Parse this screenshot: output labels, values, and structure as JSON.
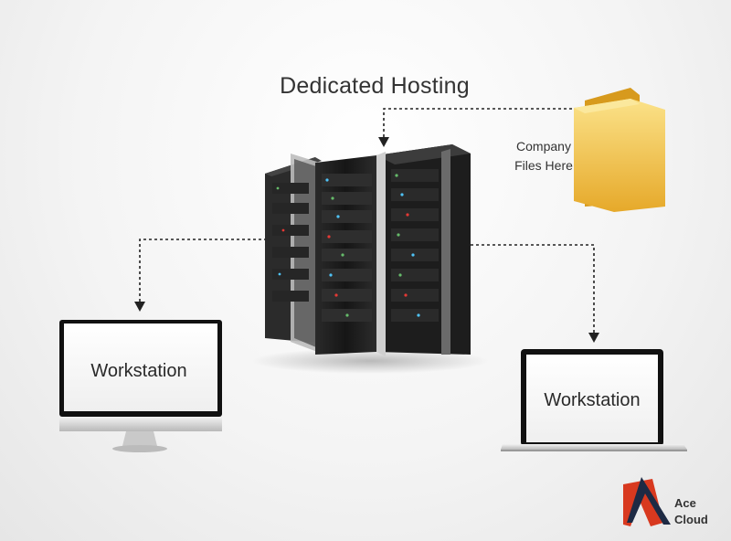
{
  "title": "Dedicated Hosting",
  "company_files": {
    "line1": "Company",
    "line2": "Files Here"
  },
  "workstations": [
    {
      "label": "Workstation",
      "device": "desktop-monitor"
    },
    {
      "label": "Workstation",
      "device": "laptop"
    }
  ],
  "logo": {
    "line1": "Ace",
    "line2": "Cloud"
  },
  "colors": {
    "connector": "#222222",
    "server_body": "#1b1b1b",
    "folder": "#f0c64a",
    "logo_red": "#d8391f"
  },
  "icons": [
    "server-rack-icon",
    "folder-icon",
    "monitor-icon",
    "laptop-icon",
    "ace-cloud-logo-icon"
  ]
}
